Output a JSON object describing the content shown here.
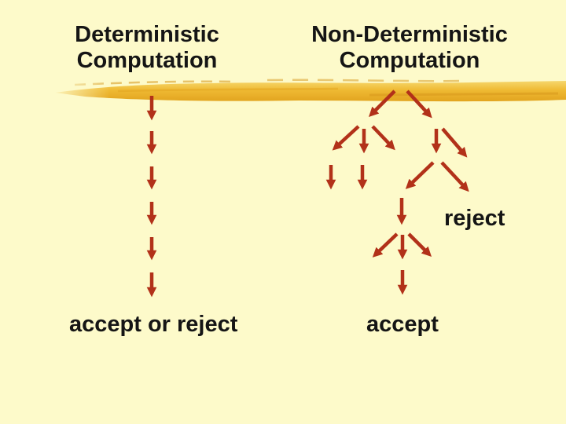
{
  "colors": {
    "background": "#FDFACA",
    "text": "#151515",
    "arrow": "#B23119",
    "brush_light": "#F6D76E",
    "brush_main": "#EFBA33",
    "brush_dark": "#E2A41F",
    "brush_streak": "#D5961A"
  },
  "left": {
    "title_line1": "Deterministic",
    "title_line2": "Computation",
    "result_label": "accept or reject"
  },
  "right": {
    "title_line1": "Non-Deterministic",
    "title_line2": "Computation",
    "reject_label": "reject",
    "accept_label": "accept"
  }
}
